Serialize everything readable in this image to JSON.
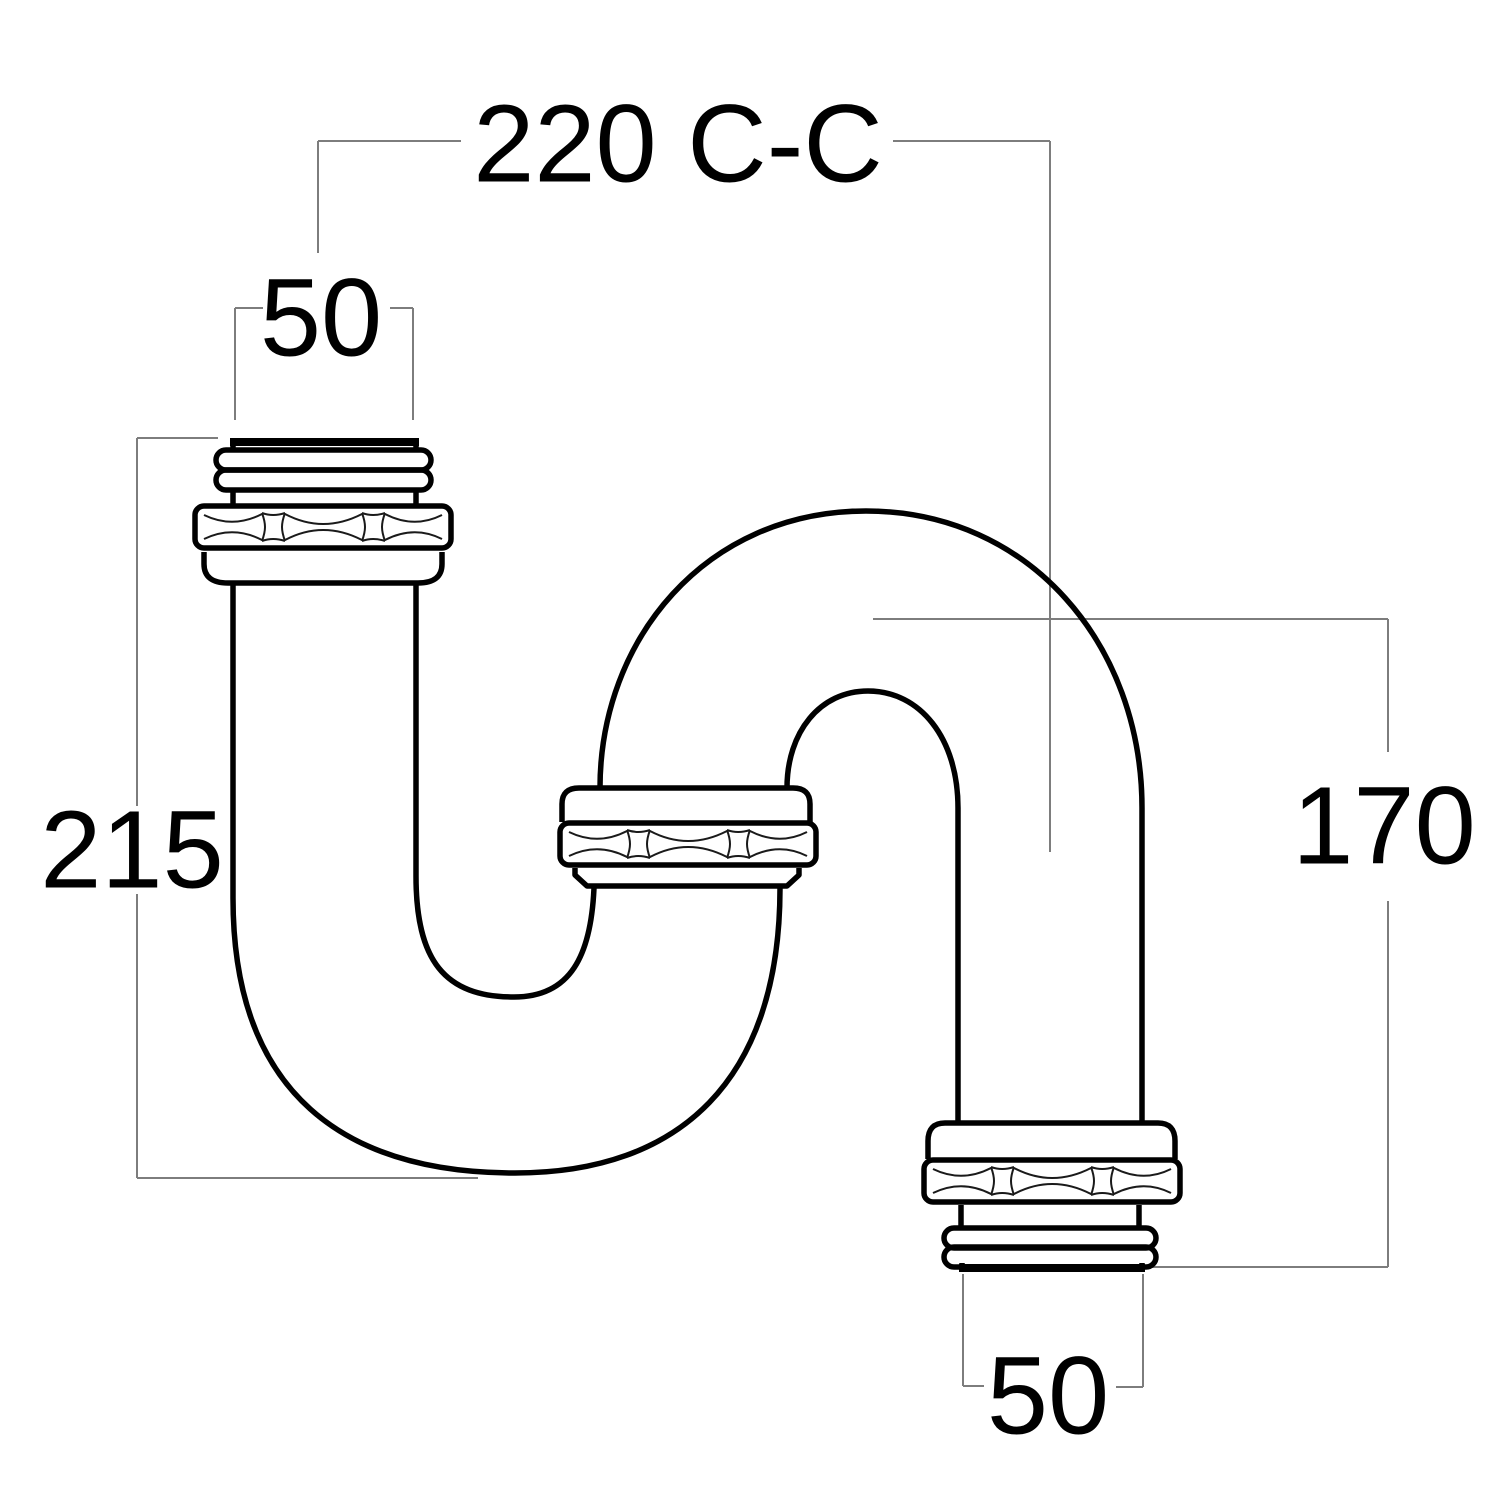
{
  "drawing": {
    "description": "Technical line drawing of an S-trap waste pipe fitting, side elevation, with three union hex nuts and dimension annotations",
    "background": "#ffffff",
    "outline_color": "#000000",
    "dimension_line_color": "#7d7d7d",
    "text_color": "#000000",
    "dimensions": {
      "center_to_center": {
        "label": "220 C-C"
      },
      "inlet_od": {
        "label": "50"
      },
      "overall_height": {
        "label": "215"
      },
      "outlet_height": {
        "label": "170"
      },
      "outlet_od": {
        "label": "50"
      }
    }
  }
}
